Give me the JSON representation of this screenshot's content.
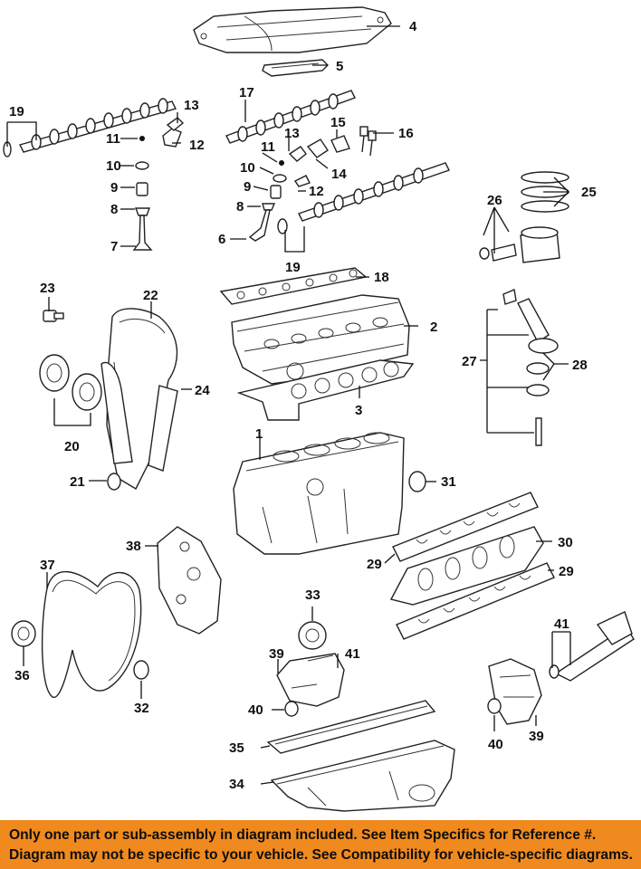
{
  "diagram": {
    "callouts": [
      "1",
      "2",
      "3",
      "4",
      "5",
      "6",
      "7",
      "8",
      "9",
      "10",
      "11",
      "12",
      "13",
      "14",
      "15",
      "16",
      "17",
      "18",
      "19",
      "20",
      "21",
      "22",
      "23",
      "24",
      "25",
      "26",
      "27",
      "28",
      "29",
      "30",
      "31",
      "32",
      "33",
      "34",
      "35",
      "36",
      "37",
      "38",
      "39",
      "40",
      "41"
    ]
  },
  "banner": {
    "background": "#f08a1e",
    "line1": "Only one part or sub-assembly in diagram included. See Item Specifics for Reference #.",
    "line2": "Diagram may not be specific to your vehicle. See Compatibility for vehicle-specific diagrams."
  }
}
